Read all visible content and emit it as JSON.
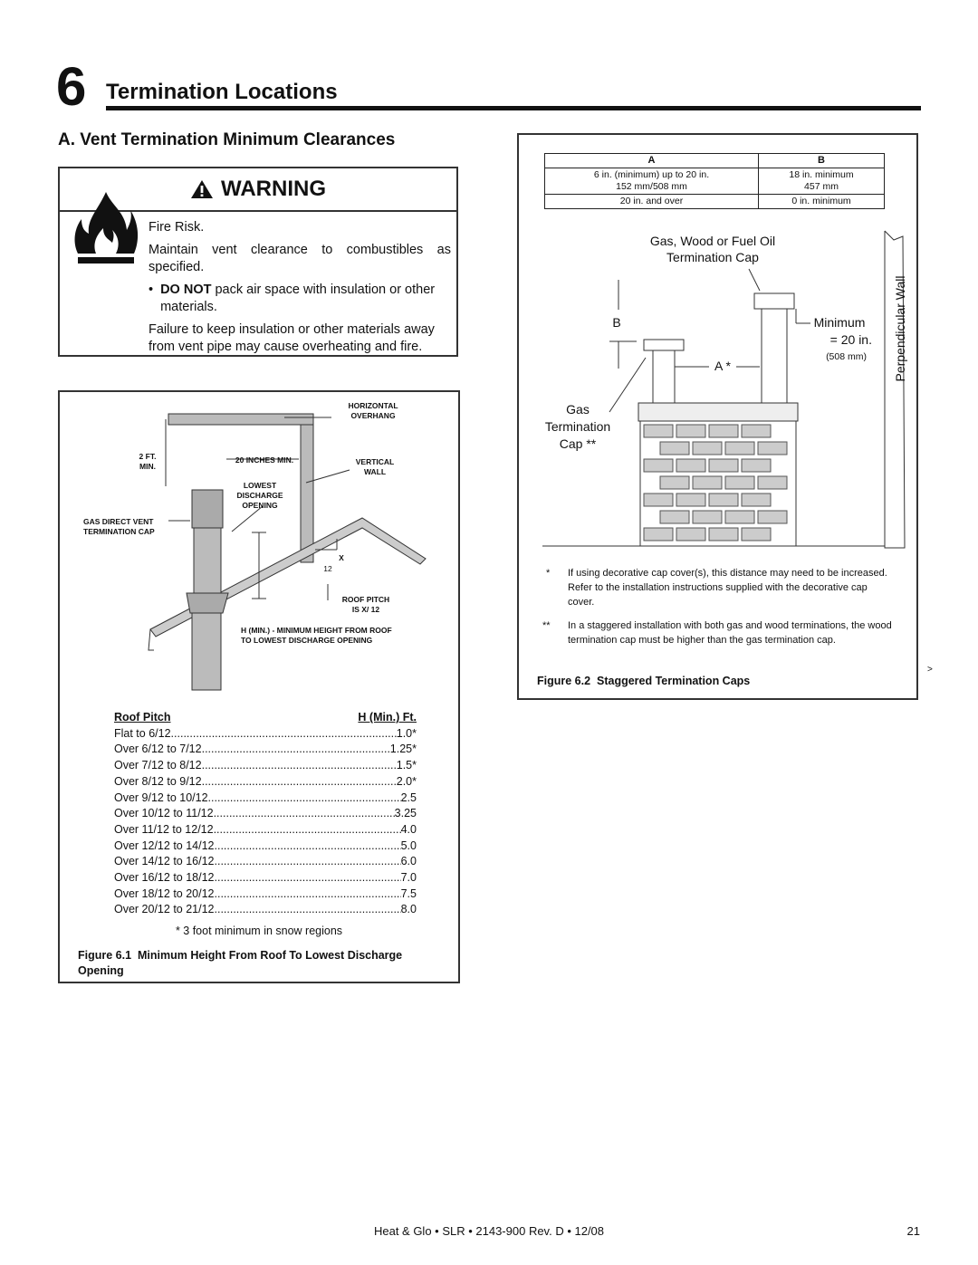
{
  "section": {
    "number": "6",
    "title": "Termination Locations"
  },
  "subsection": "A.  Vent Termination Minimum Clearances",
  "warning": {
    "title": "WARNING",
    "risk": "Fire Risk.",
    "maintain": "Maintain vent clearance to combustibles as specified.",
    "bullet_bold": "DO NOT",
    "bullet_rest": " pack air space with insulation or other materials.",
    "failure": "Failure to keep insulation or other materials away from vent pipe may cause overheating and fire."
  },
  "figure1": {
    "labels": {
      "horizontal_overhang": "HORIZONTAL\nOVERHANG",
      "two_ft_min": "2 FT.\nMIN.",
      "twenty_inches_min": "20 INCHES MIN.",
      "vertical_wall": "VERTICAL\nWALL",
      "lowest_discharge": "LOWEST\nDISCHARGE\nOPENING",
      "gas_direct_vent": "GAS DIRECT VENT\nTERMINATION CAP",
      "x": "X",
      "twelve": "12",
      "roof_pitch": "ROOF PITCH\nIS  X/ 12",
      "h_min": "H (MIN.) - MINIMUM HEIGHT FROM ROOF\nTO LOWEST DISCHARGE OPENING"
    },
    "table_header": {
      "pitch": "Roof Pitch",
      "h": "H (Min.) Ft."
    },
    "rows": [
      {
        "pitch": "Flat to 6/12",
        "h": "1.0*"
      },
      {
        "pitch": "Over 6/12 to 7/12",
        "h": "1.25*"
      },
      {
        "pitch": "Over 7/12 to 8/12",
        "h": "1.5*"
      },
      {
        "pitch": "Over 8/12 to 9/12",
        "h": "2.0*"
      },
      {
        "pitch": "Over 9/12 to 10/12",
        "h": "2.5"
      },
      {
        "pitch": "Over 10/12 to 11/12",
        "h": "3.25"
      },
      {
        "pitch": "Over 11/12 to 12/12",
        "h": "4.0"
      },
      {
        "pitch": "Over 12/12 to 14/12",
        "h": "5.0"
      },
      {
        "pitch": "Over 14/12 to 16/12",
        "h": "6.0"
      },
      {
        "pitch": "Over 16/12 to 18/12",
        "h": "7.0"
      },
      {
        "pitch": "Over 18/12 to 20/12",
        "h": "7.5"
      },
      {
        "pitch": "Over 20/12 to 21/12",
        "h": "8.0"
      }
    ],
    "footnote": "* 3 foot minimum in snow regions",
    "caption_num": "Figure 6.1",
    "caption_text": "Minimum Height From Roof To Lowest Discharge Opening"
  },
  "figure2": {
    "table": {
      "col_a": "A",
      "col_b": "B",
      "r1a1": "6 in. (minimum) up to 20 in.",
      "r1a2": "152 mm/508 mm",
      "r1b1": "18 in. minimum",
      "r1b2": "457 mm",
      "r2a": "20 in. and over",
      "r2b": "0 in. minimum"
    },
    "labels": {
      "gwf_1": "Gas, Wood or Fuel Oil",
      "gwf_2": "Termination Cap",
      "b": "B",
      "minimum": "Minimum",
      "eq20": "= 20 in.",
      "mm508": "(508 mm)",
      "a": "A *",
      "gas_1": "Gas",
      "gas_2": "Termination",
      "gas_3": "Cap **",
      "perp_wall": "Perpendicular Wall"
    },
    "note1_mark": "*",
    "note1": "If using decorative cap cover(s), this distance may need to be increased. Refer to the installation instructions supplied with the decorative cap cover.",
    "note2_mark": "**",
    "note2": "In a staggered installation with both gas and wood terminations, the wood termination cap must be higher than the gas termination cap.",
    "caption_num": "Figure 6.2",
    "caption_text": "Staggered Termination Caps"
  },
  "footer": "Heat & Glo  •  SLR  •  2143-900 Rev. D  •  12/08",
  "page_number": "21",
  "stray_mark": "˃"
}
